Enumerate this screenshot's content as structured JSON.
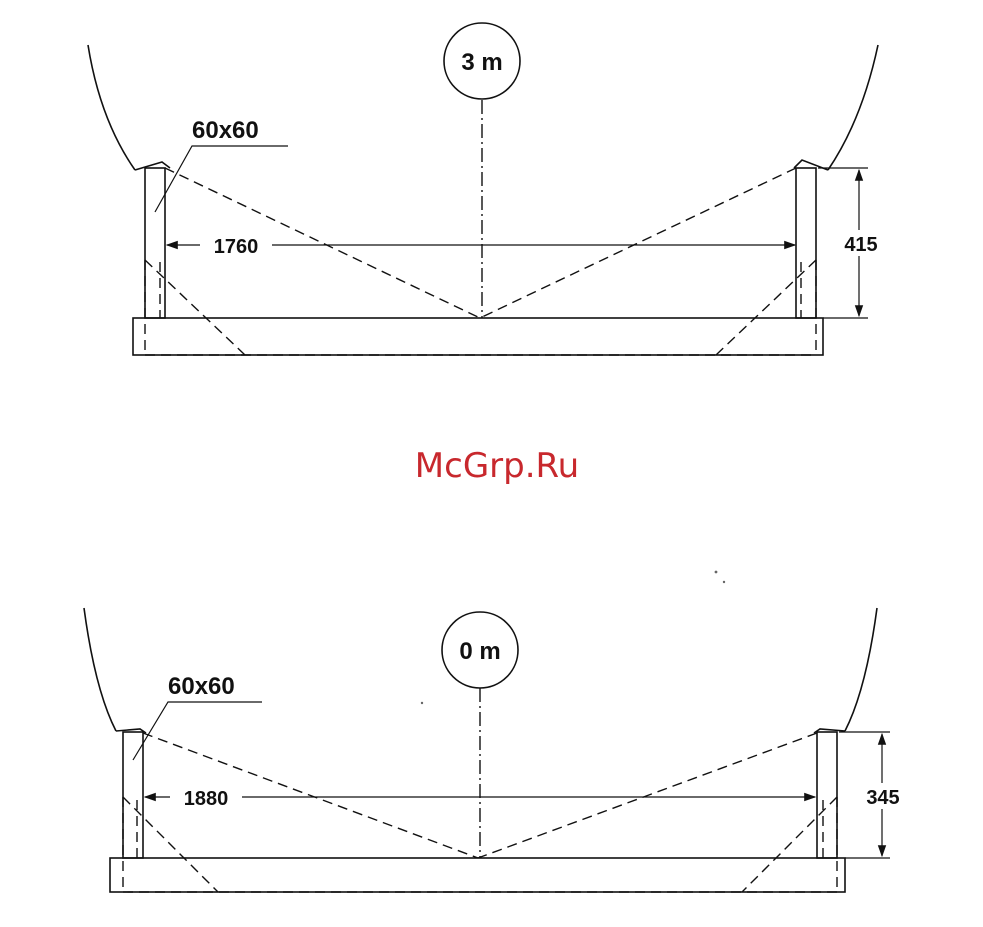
{
  "watermark": "McGrp.Ru",
  "diagrams": [
    {
      "height_label": "3 m",
      "profile_label": "60x60",
      "width_label": "1760",
      "depth_label": "415"
    },
    {
      "height_label": "0 m",
      "profile_label": "60x60",
      "width_label": "1880",
      "depth_label": "345"
    }
  ]
}
